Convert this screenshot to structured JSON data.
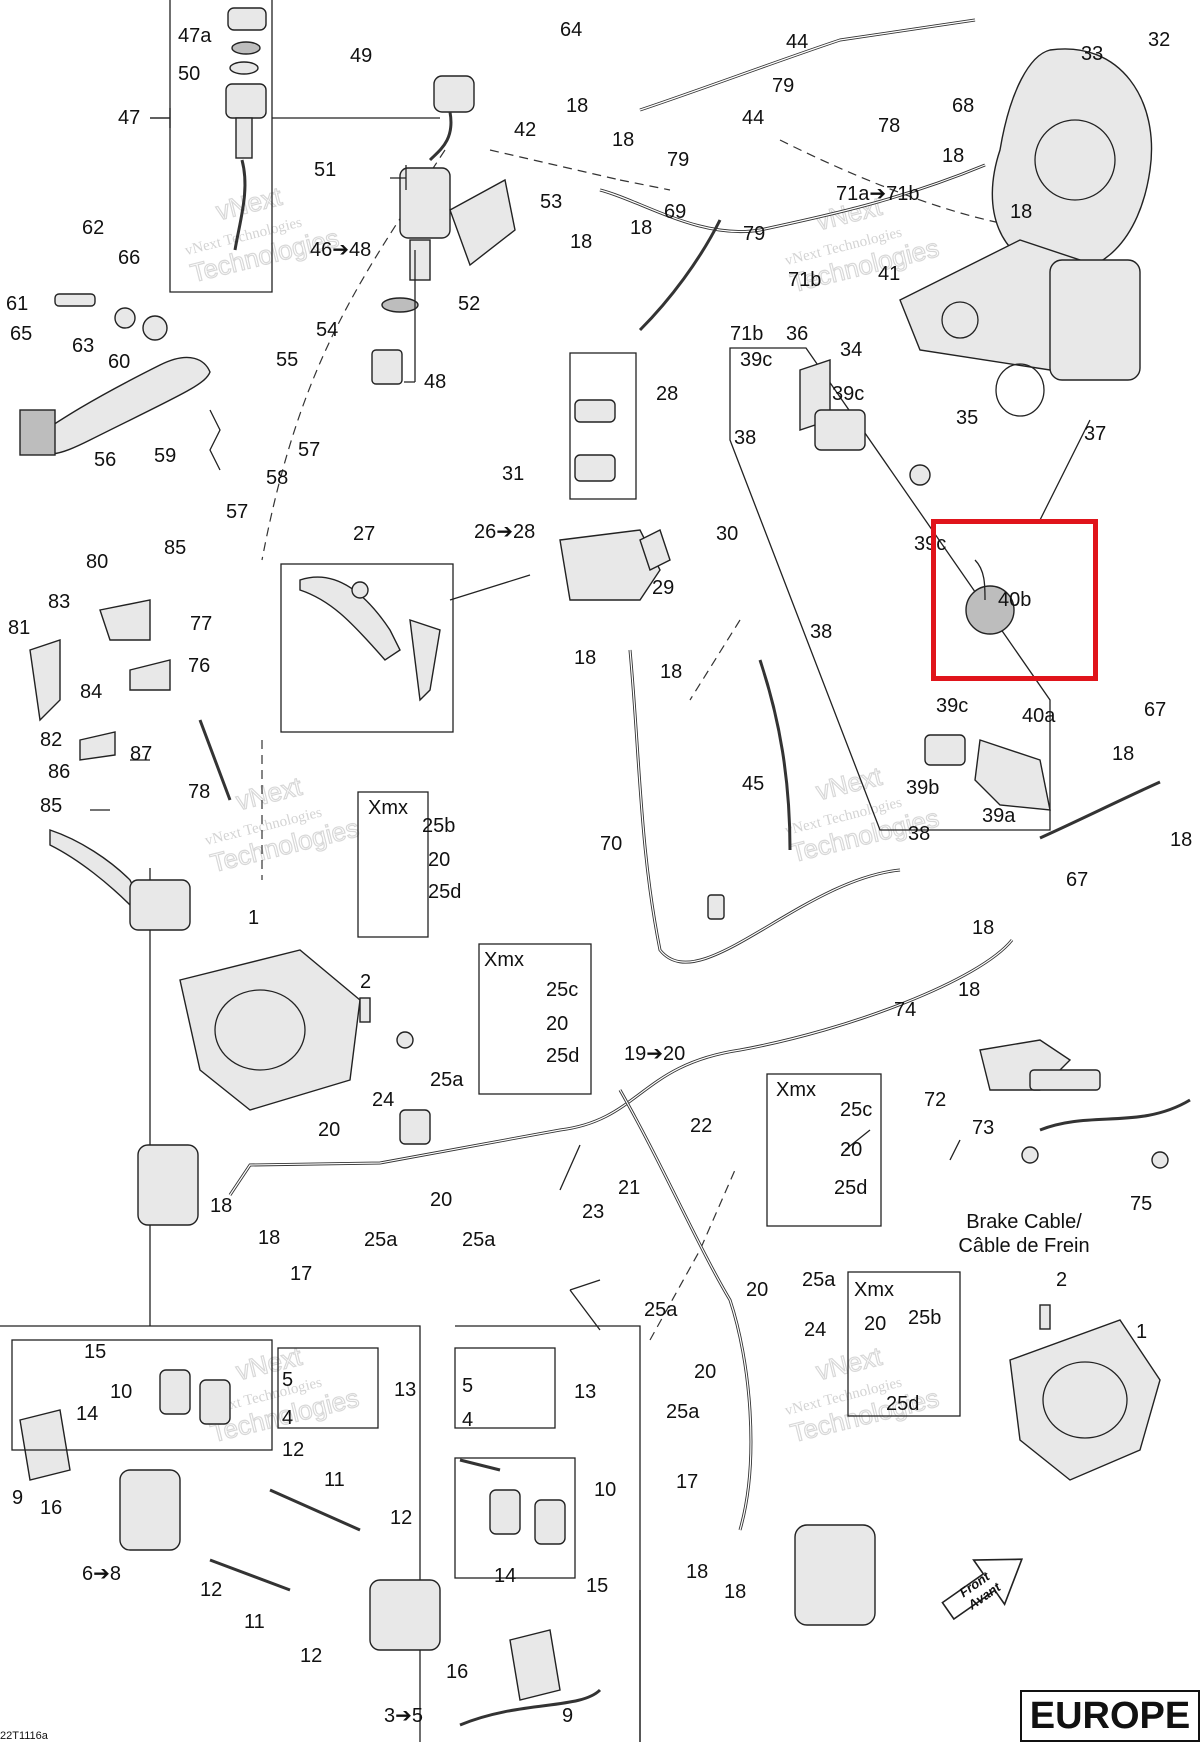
{
  "figure": {
    "code": "22T1116a",
    "region": "EUROPE",
    "front_arrow": [
      "Front",
      "Avant"
    ],
    "brake_cable_label": [
      "Brake Cable/",
      "Câble de Frein"
    ],
    "highlight_color": "#e0141b"
  },
  "watermark": {
    "lines": [
      "vNext",
      "vNext Technologies",
      "Technologies"
    ]
  },
  "detail_boxes": [
    {
      "title": "Xmx",
      "labels": [
        "25b",
        "20",
        "25d"
      ]
    },
    {
      "title": "Xmx",
      "labels": [
        "25c",
        "20",
        "25d"
      ]
    },
    {
      "title": "Xmx",
      "labels": [
        "25c",
        "20",
        "25d"
      ]
    },
    {
      "title": "Xmx",
      "labels": [
        "20",
        "25b",
        "25d"
      ]
    }
  ],
  "callouts": {
    "c64": "64",
    "c44a": "44",
    "c32": "32",
    "c33": "33",
    "c47a": "47a",
    "c50": "50",
    "c47": "47",
    "c49": "49",
    "c18a": "18",
    "c18b": "18",
    "c42": "42",
    "c79a": "79",
    "c78a": "78",
    "c44b": "44",
    "c68": "68",
    "c18c": "18",
    "c51": "51",
    "c79b": "79",
    "c53": "53",
    "c18d": "18",
    "c71a": "71a➔71b",
    "c69": "69",
    "c79c": "79",
    "c18e": "18",
    "c18f": "18",
    "c41": "41",
    "c66": "66",
    "c62": "62",
    "c46": "46➔48",
    "c52": "52",
    "c71b": "71b",
    "c61": "61",
    "c65": "65",
    "c63": "63",
    "c60": "60",
    "c54": "54",
    "c71b2": "71b",
    "c36": "36",
    "c34": "34",
    "c55": "55",
    "c48": "48",
    "c28": "28",
    "c39c1": "39c",
    "c39c2": "39c",
    "c38a": "38",
    "c35": "35",
    "c37": "37",
    "c56": "56",
    "c59": "59",
    "c57a": "57",
    "c58": "58",
    "c57b": "57",
    "c31": "31",
    "c26": "26➔28",
    "c30": "30",
    "c27": "27",
    "c39c3": "39c",
    "c40b": "40b",
    "c85a": "85",
    "c80": "80",
    "c29": "29",
    "c83": "83",
    "c77": "77",
    "c81": "81",
    "c76": "76",
    "c38b": "38",
    "c84": "84",
    "c18g": "18",
    "c18h": "18",
    "c39c4": "39c",
    "c40a": "40a",
    "c67a": "67",
    "c82": "82",
    "c87": "87",
    "c18i": "18",
    "c86": "86",
    "c45": "45",
    "c39b": "39b",
    "c85b": "85",
    "c78b": "78",
    "c39a": "39a",
    "c38c": "38",
    "c70": "70",
    "c18j": "18",
    "c67b": "67",
    "c18k": "18",
    "c1a": "1",
    "c2a": "2",
    "c18l": "18",
    "c74": "74",
    "c19": "19➔20",
    "c25a1": "25a",
    "c24a": "24",
    "c72": "72",
    "c20a": "20",
    "c22": "22",
    "c73": "73",
    "c21": "21",
    "c20b": "20",
    "c23": "23",
    "c75": "75",
    "c18m": "18",
    "c25a2": "25a",
    "c25a3": "25a",
    "c18n": "18",
    "c17a": "17",
    "c20c": "20",
    "c25a4": "25a",
    "c25a5": "25a",
    "c24b": "24",
    "c2b": "2",
    "c15a": "15",
    "c1b": "1",
    "c5a": "5",
    "c13a": "13",
    "c10a": "10",
    "c20d": "20",
    "c5b": "5",
    "c13b": "13",
    "c14a": "14",
    "c4a": "4",
    "c25a6": "25a",
    "c4b": "4",
    "c12a": "12",
    "c9a": "9",
    "c16a": "16",
    "c11a": "11",
    "c10b": "10",
    "c17b": "17",
    "c12b": "12",
    "c6": "6➔8",
    "c15b": "15",
    "c14b": "14",
    "c18o": "18",
    "c18p": "18",
    "c12c": "12",
    "c11b": "11",
    "c12d": "12",
    "c16b": "16",
    "c3": "3➔5",
    "c9b": "9"
  },
  "colors": {
    "ink": "#222222",
    "paper": "#ffffff",
    "watermark": "#cfcfcf",
    "highlight": "#e0141b"
  }
}
